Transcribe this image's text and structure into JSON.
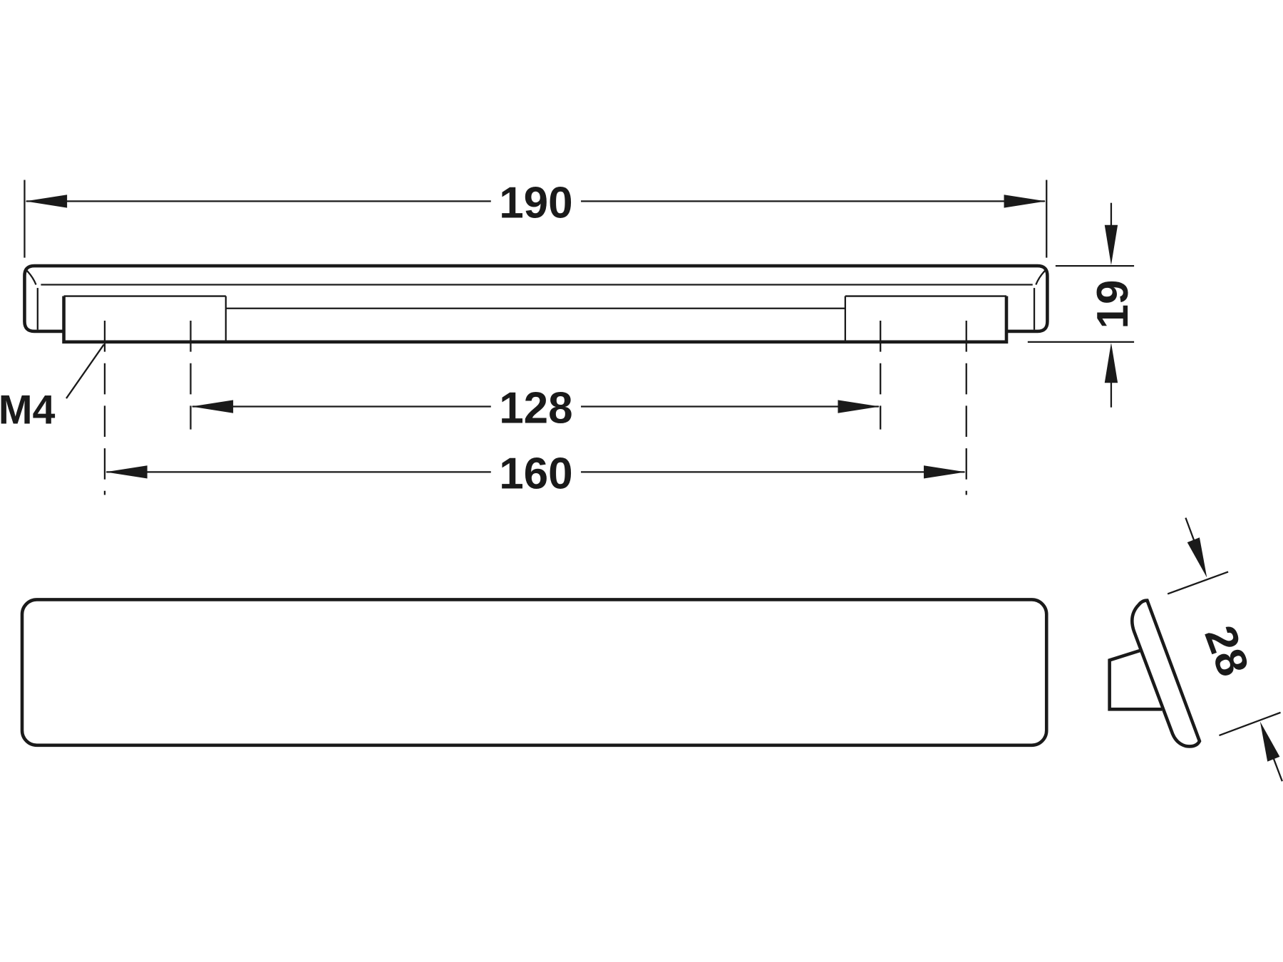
{
  "drawing": {
    "dimensions": {
      "overall_length": "190",
      "hole_spacing_inner": "128",
      "hole_spacing_outer": "160",
      "thread": "M4",
      "height": "19",
      "depth": "28"
    },
    "line_color": "#1a1a1a",
    "background": "#ffffff"
  }
}
